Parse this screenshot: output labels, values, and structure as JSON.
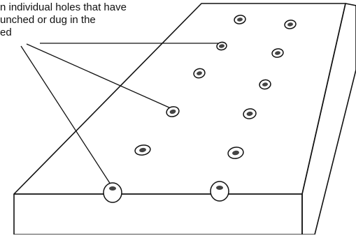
{
  "caption": {
    "lines": [
      "n individual holes that have",
      "unched or dug in the",
      "ed"
    ]
  },
  "colors": {
    "ink": "#111111",
    "background": "#ffffff"
  }
}
